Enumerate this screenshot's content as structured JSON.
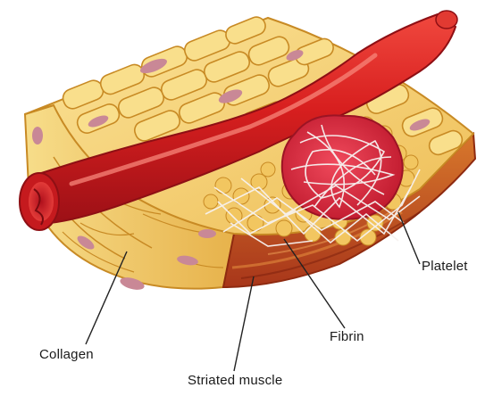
{
  "labels": {
    "platelet": "Platelet",
    "fibrin": "Fibrin",
    "collagen": "Collagen",
    "striated_muscle": "Striated muscle"
  },
  "colors": {
    "tissue_light": "#f6d36a",
    "tissue_mid": "#e9b74a",
    "tissue_outline": "#c88a24",
    "muscle_face": "#c8601e",
    "muscle_dark": "#9a2b10",
    "vessel_red": "#d81f1f",
    "vessel_highlight": "#f26a5a",
    "vessel_dark": "#8e0f14",
    "clot_red": "#e0324a",
    "nucleus": "#c98896",
    "fibrin_white": "#f7f2f0",
    "leader_line": "#222222"
  }
}
